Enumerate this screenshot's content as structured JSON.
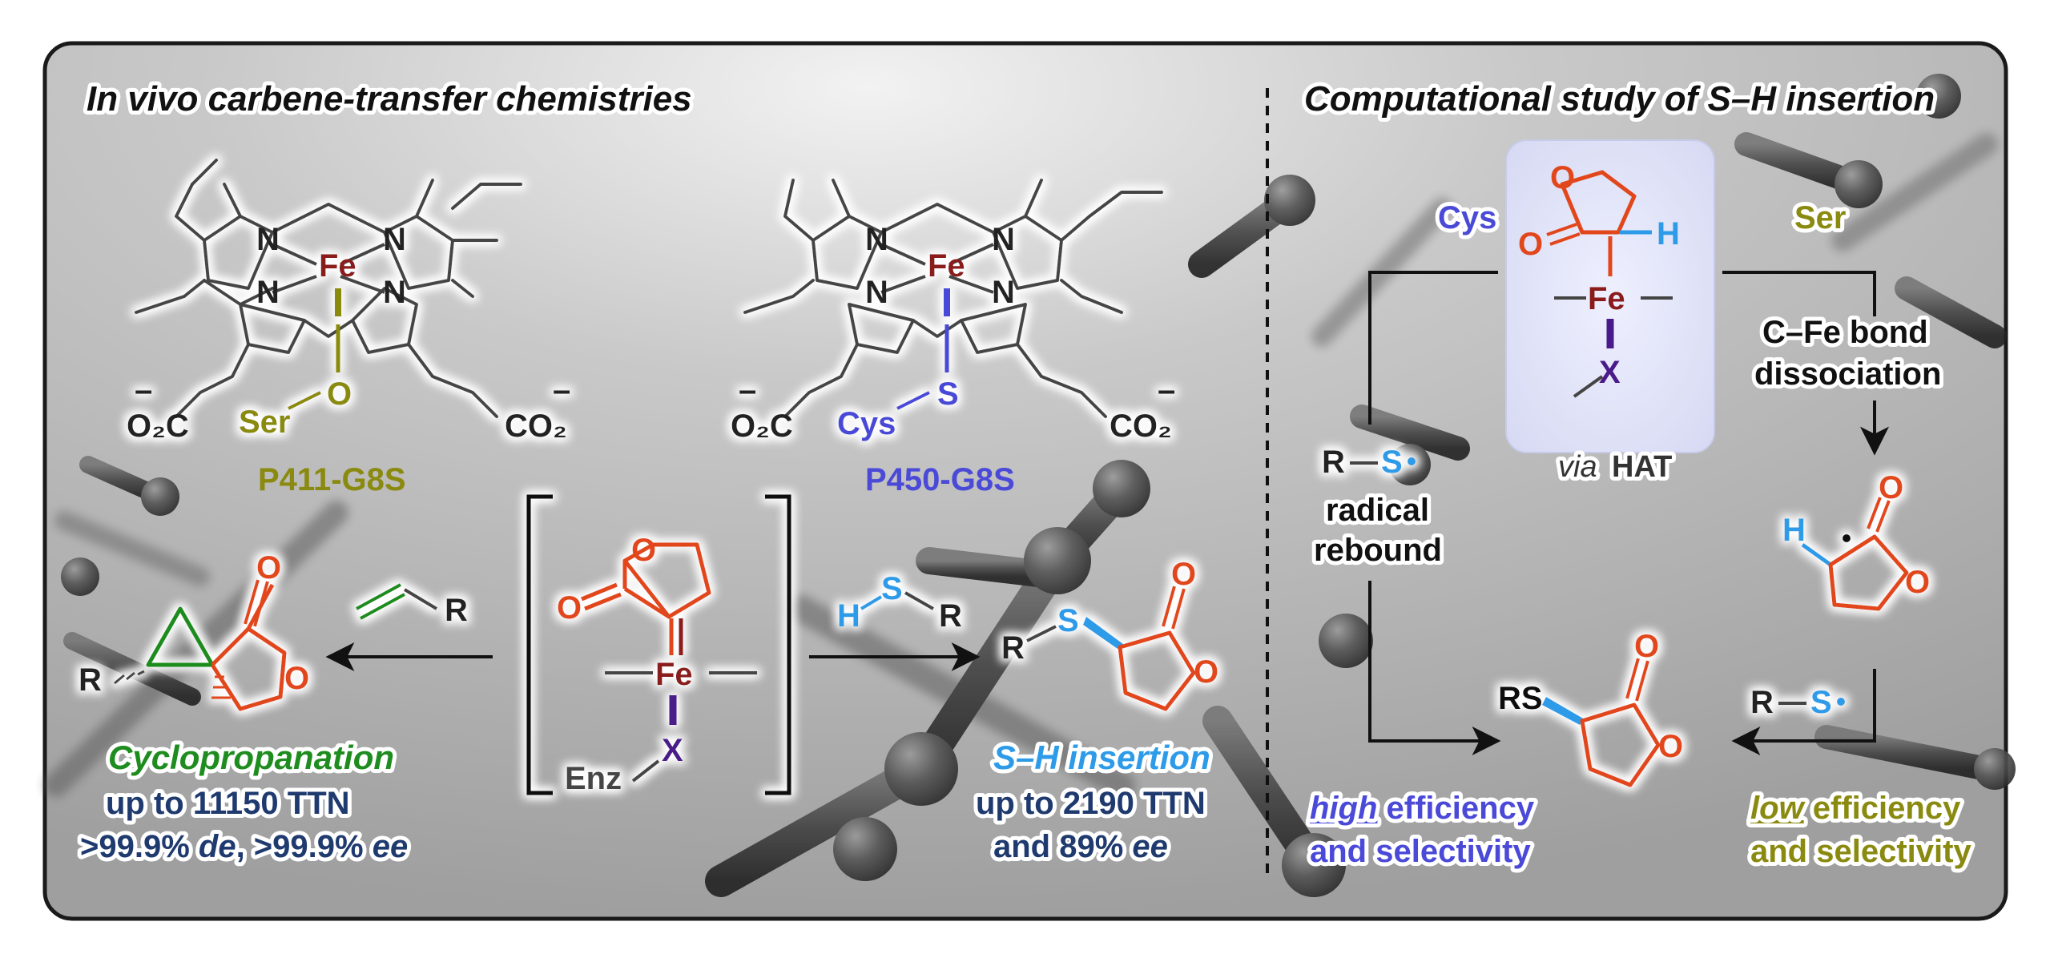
{
  "titles": {
    "left": "In vivo carbene-transfer chemistries",
    "right": "Computational study of S–H insertion"
  },
  "enzymes": {
    "p411": "P411-G8S",
    "p450": "P450-G8S"
  },
  "heme_atoms": {
    "fe": "Fe",
    "n": "N",
    "o": "O",
    "s": "S",
    "ser": "Ser",
    "cys": "Cys",
    "co2_left": "O₂C",
    "co2_right": "CO₂",
    "charge": "–"
  },
  "carbene": {
    "fe": "Fe",
    "x": "X",
    "enz": "Enz",
    "o_ring": "O",
    "o_carbonyl": "O"
  },
  "reagents": {
    "alkene_r": "R",
    "thiol_h": "H",
    "thiol_s": "S",
    "thiol_r": "R"
  },
  "products": {
    "cp_r": "R",
    "cp_o_ring": "O",
    "cp_o_carbonyl": "O",
    "sh_r": "R",
    "sh_s": "S",
    "sh_o_ring": "O",
    "sh_o_carbonyl": "O"
  },
  "reactions": {
    "cyclopropanation": {
      "name": "Cyclopropanation",
      "line1": "up to 11150 TTN",
      "line2_prefix": ">99.9% ",
      "line2_de": "de",
      "line2_mid": ", >99.9% ",
      "line2_ee": "ee"
    },
    "sh_insertion": {
      "name": "S–H insertion",
      "line1": "up to 2190 TTN",
      "line2_prefix": "and 89% ",
      "line2_ee": "ee"
    }
  },
  "mechanism": {
    "cys": "Cys",
    "ser": "Ser",
    "center_fe": "Fe",
    "center_h": "H",
    "center_x": "X",
    "center_o_ring": "O",
    "center_o_carbonyl": "O",
    "via": "via",
    "hat": "HAT",
    "radical_r": "R",
    "radical_s": "S",
    "radical_rebound_1": "radical",
    "radical_rebound_2": "rebound",
    "cfe_1": "C–Fe bond",
    "cfe_2": "dissociation",
    "radical2_r": "R",
    "radical2_s": "S",
    "right_h": "H",
    "right_o_ring": "O",
    "right_o_carbonyl": "O",
    "product_rs": "RS",
    "product_o_ring": "O",
    "product_o_carbonyl": "O",
    "high_word": "high",
    "high_rest": " efficiency",
    "high_line2": "and selectivity",
    "low_word": "low",
    "low_rest": " efficiency",
    "low_line2": "and selectivity"
  },
  "colors": {
    "frame": "#1a1a1a",
    "background_gray": "#b5b5b5",
    "olive": "#8a8a10",
    "indigo": "#4a49d8",
    "purple": "#4a1a8a",
    "iron_red": "#8b1a1a",
    "lactone_orange": "#e2461b",
    "sky_blue": "#2d9be8",
    "green": "#1e8c1e",
    "navy": "#1f3a6e",
    "dark_gray": "#444444"
  },
  "icons": {
    "arrow": "arrow-icon",
    "radical_dot": "radical-dot-icon"
  }
}
